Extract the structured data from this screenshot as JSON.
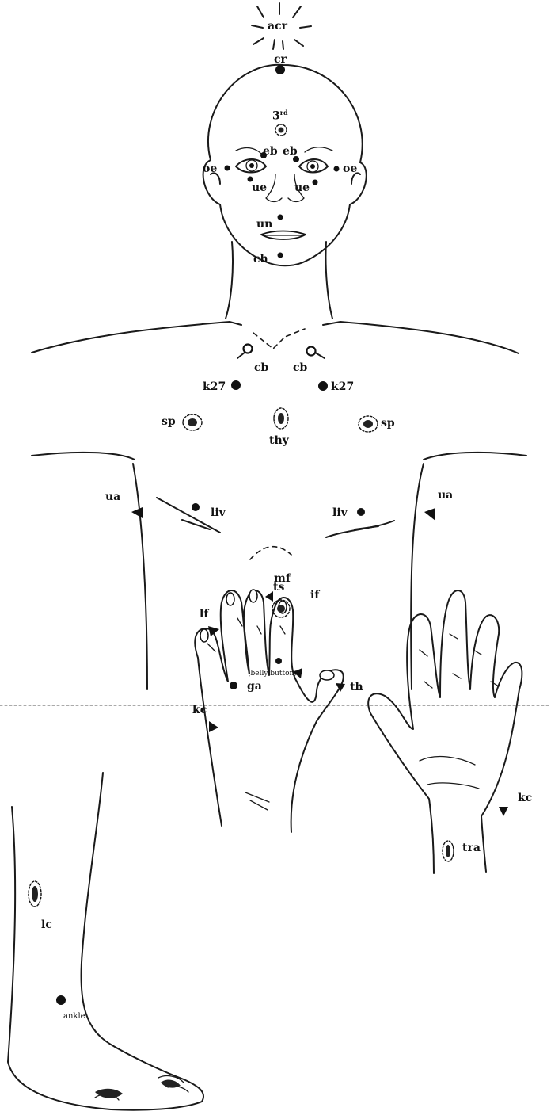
{
  "labels": {
    "acr": "acr",
    "cr": "cr",
    "third_eye": "3",
    "third_eye_sup": "rd",
    "eb": "eb",
    "oe": "oe",
    "ue": "ue",
    "un": "un",
    "ch": "ch",
    "cb": "cb",
    "k27": "k27",
    "sp": "sp",
    "thy": "thy",
    "ua": "ua",
    "liv": "liv",
    "ts": "ts",
    "belly_button": "(belly button)",
    "mf": "mf",
    "if": "if",
    "lf": "lf",
    "ga": "ga",
    "th": "th",
    "kc": "kc",
    "tra": "tra",
    "lc": "lc",
    "ankle": "ankle"
  }
}
